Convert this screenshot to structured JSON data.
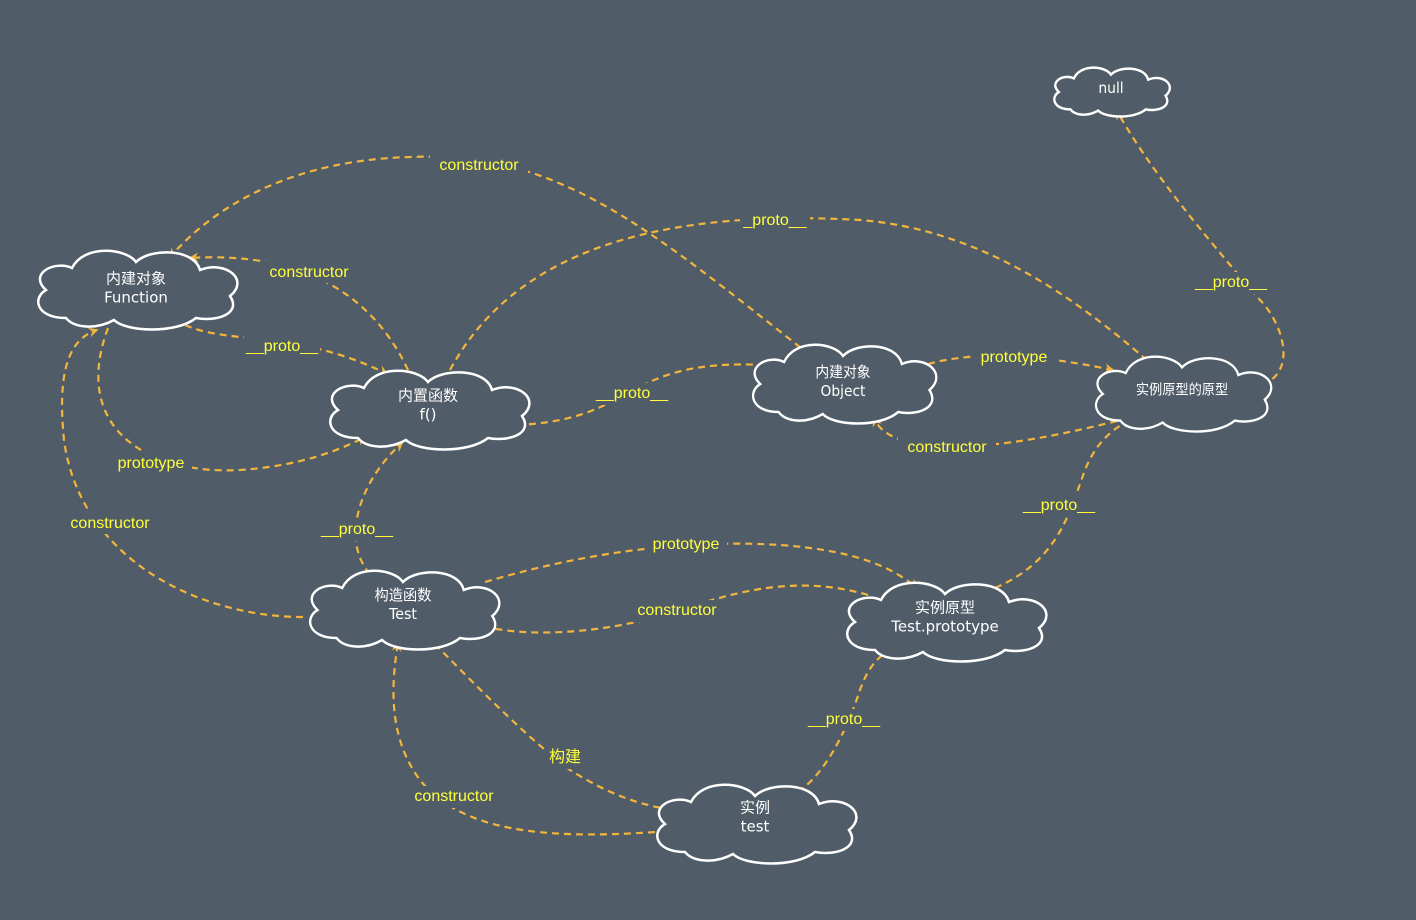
{
  "diagram": {
    "nodes": {
      "function_obj": {
        "line1": "内建对象",
        "line2": "Function"
      },
      "builtin_fn": {
        "line1": "内置函数",
        "line2": "f()"
      },
      "object_obj": {
        "line1": "内建对象",
        "line2": "Object"
      },
      "proto_of_proto": {
        "line1": "实例原型的原型",
        "line2": ""
      },
      "null_node": {
        "line1": "null",
        "line2": ""
      },
      "ctor_test": {
        "line1": "构造函数",
        "line2": "Test"
      },
      "test_prototype": {
        "line1": "实例原型",
        "line2": "Test.prototype"
      },
      "instance_test": {
        "line1": "实例",
        "line2": "test"
      }
    },
    "edges": {
      "object_to_function_constructor": "constructor",
      "fn_to_function_constructor": "constructor",
      "function_to_fn_proto": "__proto__",
      "function_to_fn_prototype": "prototype",
      "test_to_function_constructor": "constructor",
      "fn_to_protoproto_proto": "_proto__",
      "object_to_fn_proto": "__proto__",
      "object_to_protoproto_prototype": "prototype",
      "protoproto_to_object_constructor": "constructor",
      "protoproto_to_null_proto": "__proto__",
      "test_to_fn_proto": "__proto__",
      "test_to_testproto_prototype": "prototype",
      "testproto_to_test_constructor": "constructor",
      "testproto_to_protoproto_proto": "__proto__",
      "test_to_instance_build": "构建",
      "instance_to_test_constructor": "constructor",
      "instance_to_testproto_proto": "__proto__"
    }
  },
  "colors": {
    "background": "#505c67",
    "arrow": "#f2b53e",
    "edge_label": "#ffff3c",
    "node_outline": "#ffffff",
    "node_text": "#ffffff"
  }
}
